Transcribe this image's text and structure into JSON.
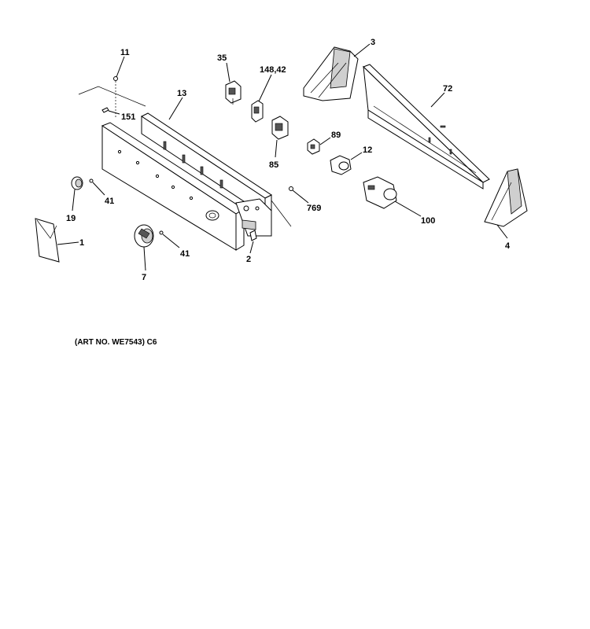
{
  "art_note": "(ART NO. WE7543) C6",
  "callouts": {
    "c11": "11",
    "c35": "35",
    "c148": "148,42",
    "c3": "3",
    "c72": "72",
    "c13": "13",
    "c151": "151",
    "c89": "89",
    "c85": "85",
    "c12": "12",
    "c19": "19",
    "c41a": "41",
    "c769": "769",
    "c100": "100",
    "c4": "4",
    "c1": "1",
    "c41b": "41",
    "c2": "2",
    "c7": "7"
  }
}
